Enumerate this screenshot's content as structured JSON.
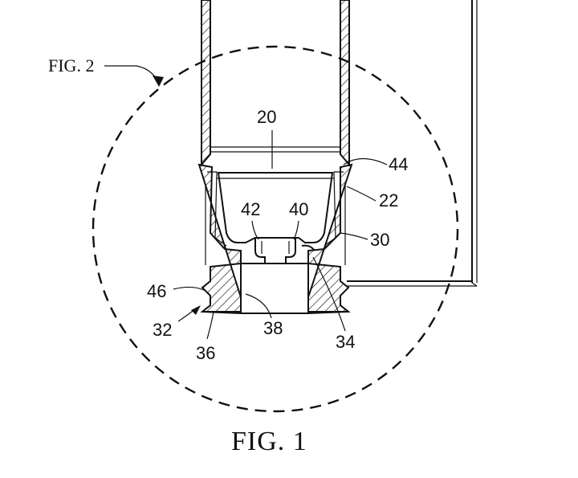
{
  "figure": {
    "caption": "FIG. 1",
    "detail_callout": "FIG. 2",
    "colors": {
      "ink": "#111111",
      "paper": "#ffffff"
    }
  },
  "reference_numerals": {
    "n20": "20",
    "n22": "22",
    "n30": "30",
    "n32": "32",
    "n34": "34",
    "n36": "36",
    "n38": "38",
    "n40": "40",
    "n42": "42",
    "n44": "44",
    "n46": "46"
  }
}
